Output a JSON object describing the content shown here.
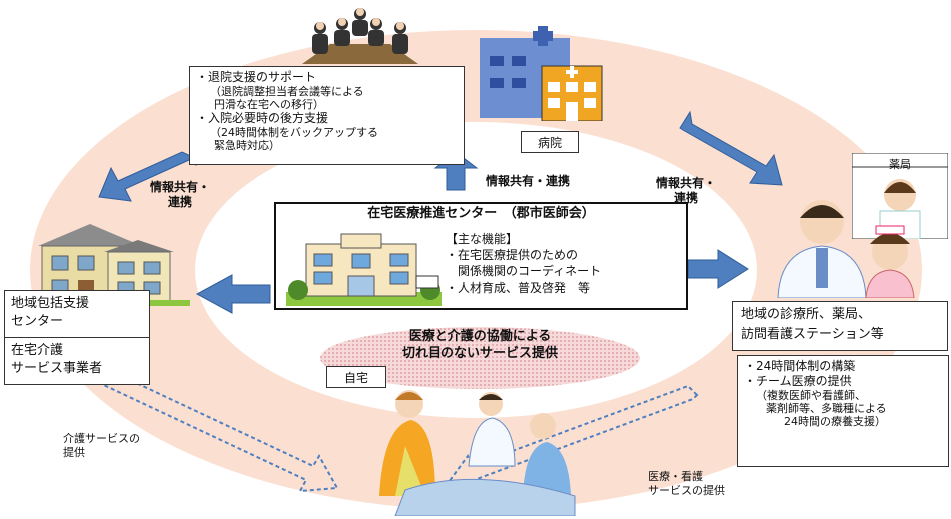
{
  "hospital_support": {
    "line1": "・退院支援のサポート",
    "line2": "（退院調整担当者会議等による",
    "line3": "円滑な在宅への移行）",
    "line4": "・入院必要時の後方支援",
    "line5": "（24時間体制をバックアップする",
    "line6": "緊急時対応）"
  },
  "hospital_label": "病院",
  "info_share_left": "情報共有・\n連携",
  "info_share_top": "情報共有・連携",
  "info_share_right": "情報共有・\n連携",
  "center": {
    "title": "在宅医療推進センター　（郡市医師会）",
    "functions_heading": "【主な機能】",
    "func1": "・在宅医療提供のための",
    "func2": "関係機関のコーディネート",
    "func3": "・人材育成、普及啓発　等"
  },
  "community": {
    "support_center": "地域包括支援\nセンター",
    "care_provider": "在宅介護\nサービス事業者"
  },
  "clinics_label": "地域の診療所、薬局、\n訪問看護ステーション等",
  "pharmacy_sign": "薬局",
  "team_care": {
    "line1": "・24時間体制の構築",
    "line2": "・チーム医療の提供",
    "line3": "（複数医師や看護師、",
    "line4": "薬剤師等、多職種による",
    "line5": "24時間の療養支援）"
  },
  "cooperation": "医療と介護の協働による\n切れ目のないサービス提供",
  "home_label": "自宅",
  "care_service": "介護サービスの\n提供",
  "medical_service": "医療・看護\nサービスの提供",
  "colors": {
    "ring": "#fbe0d2",
    "arrow": "#4f7fbf",
    "ellipse": "#f3c6c8",
    "center_border": "#111111"
  }
}
